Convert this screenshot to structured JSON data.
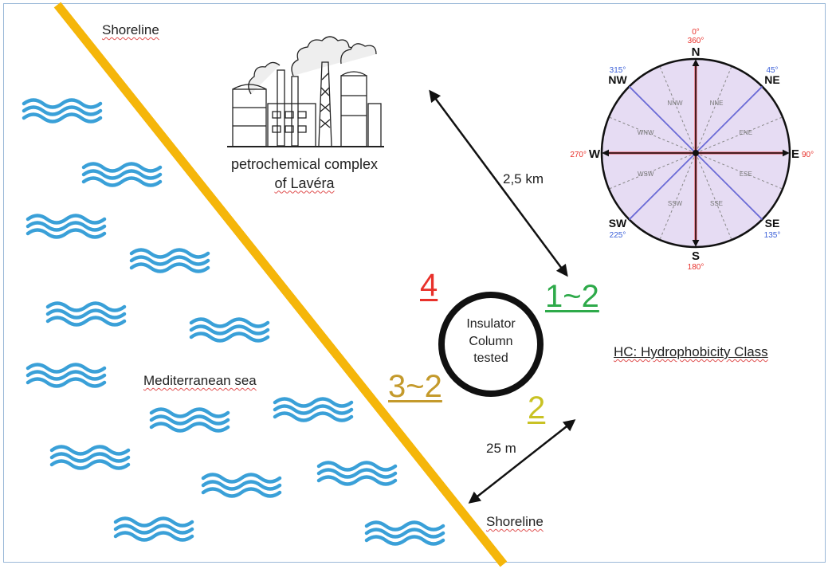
{
  "labels": {
    "shoreline_top": "Shoreline",
    "shoreline_bottom": "Shoreline",
    "petrochem_line1": "petrochemical complex",
    "petrochem_line2": "of Lavéra",
    "sea": "Mediterranean sea",
    "distance_far": "2,5 km",
    "distance_near": "25 m",
    "insulator_line1": "Insulator",
    "insulator_line2": "Column",
    "insulator_line3": "tested",
    "legend": "HC: Hydrophobicity Class"
  },
  "hc_values": [
    {
      "id": "nw",
      "text": "4",
      "color": "#e8312b"
    },
    {
      "id": "ne",
      "text": "1~2",
      "color": "#2eaa4a"
    },
    {
      "id": "sw",
      "text": "3~2",
      "color": "#c49a2c"
    },
    {
      "id": "se",
      "text": "2",
      "color": "#c9c224"
    }
  ],
  "compass": {
    "cardinals": {
      "n": "N",
      "e": "E",
      "s": "S",
      "w": "W",
      "ne": "NE",
      "se": "SE",
      "sw": "SW",
      "nw": "NW"
    },
    "degrees": {
      "n0": "0°",
      "n360": "360°",
      "e": "90°",
      "s": "180°",
      "w": "270°",
      "ne": "45°",
      "se": "135°",
      "sw": "225°",
      "nw": "315°"
    },
    "secondary": [
      "NNE",
      "ENE",
      "ESE",
      "SSE",
      "SSW",
      "WSW",
      "WNW",
      "NNW"
    ],
    "colors": {
      "face": "#e6dcf3",
      "cardinal_arrow": "#e8454f",
      "diagonal": "#6b6bd6",
      "degree_red": "#e8312b",
      "degree_blue": "#3a5fd8"
    }
  },
  "colors": {
    "shoreline": "#f5b60a",
    "waves": "#3aa0d8"
  }
}
